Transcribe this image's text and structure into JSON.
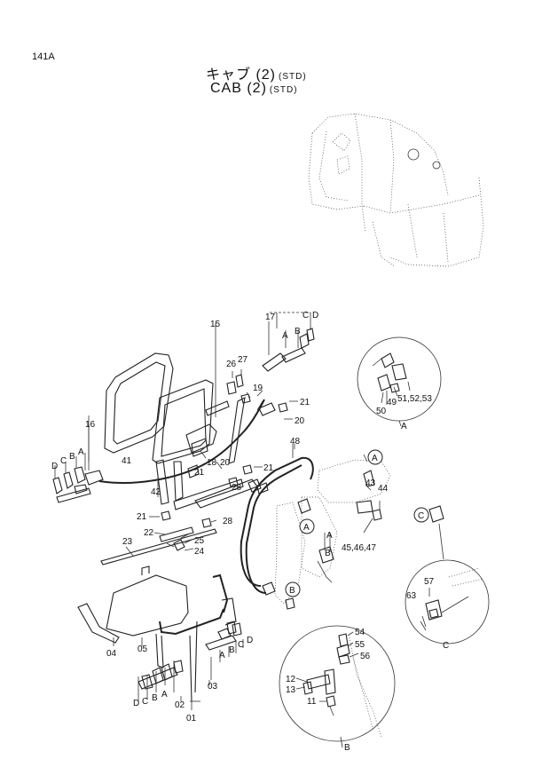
{
  "page_number": "141A",
  "title_jp": "キャブ (2)",
  "title_en": "CAB (2)",
  "std_tag": "(STD)",
  "labels": {
    "p15": "15",
    "p17": "17",
    "p26": "26",
    "p27": "27",
    "p19": "19",
    "p21a": "21",
    "p20a": "20",
    "p16": "16",
    "p41": "41",
    "p18": "18",
    "p20b": "20",
    "p21b": "21",
    "p21c": "21",
    "p28a": "28",
    "p42": "42",
    "p21d": "21",
    "p28b": "28",
    "p22": "22",
    "p23": "23",
    "p25": "25",
    "p24": "24",
    "p48": "48",
    "p43": "43",
    "p44": "44",
    "p45": "45,46,47",
    "p49": "49",
    "p50": "50",
    "p51": "51,52,53",
    "p04": "04",
    "p05": "05",
    "p03": "03",
    "p02": "02",
    "p01": "01",
    "p57": "57",
    "p63": "63",
    "p54": "54",
    "p55": "55",
    "p56": "56",
    "p12": "12",
    "p13": "13",
    "p11": "11"
  },
  "letters": {
    "A": "A",
    "B": "B",
    "C": "C",
    "D": "D"
  },
  "detail_views": {
    "a": "A",
    "b": "B",
    "c": "C"
  }
}
